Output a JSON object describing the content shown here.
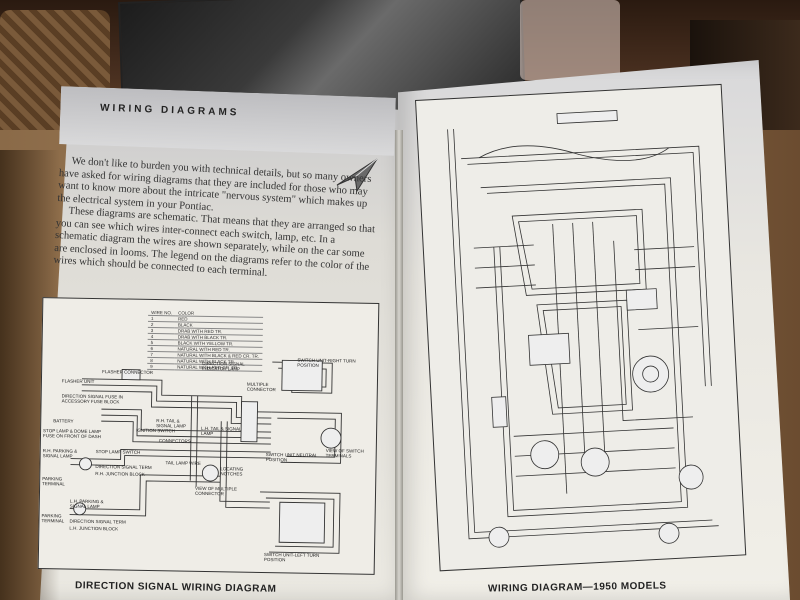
{
  "left_page": {
    "section_title": "WIRING DIAGRAMS",
    "intro_paragraphs": [
      "We don't like to burden you with technical details, but so many owners have asked for wiring diagrams that they are included for those who may want to know more about the intricate \"nervous system\" which makes up the electrical system in your Pontiac.",
      "These diagrams are schematic. That means that they are arranged so that you can see which wires inter-connect each switch, lamp, etc. In a schematic diagram the wires are shown separately, while on the car some are enclosed in looms. The legend on the diagrams refer to the color of the wires which should be connected to each terminal."
    ],
    "legend": {
      "header_wire": "WIRE NO.",
      "header_color": "COLOR",
      "rows": [
        {
          "no": "1",
          "color": "RED"
        },
        {
          "no": "2",
          "color": "BLACK"
        },
        {
          "no": "3",
          "color": "DRAB WITH RED TR."
        },
        {
          "no": "4",
          "color": "DRAB WITH BLACK TR."
        },
        {
          "no": "5",
          "color": "BLACK WITH YELLOW TR."
        },
        {
          "no": "6",
          "color": "NATURAL WITH RED TR."
        },
        {
          "no": "7",
          "color": "NATURAL WITH BLACK & RED CR. TR."
        },
        {
          "no": "8",
          "color": "NATURAL WITH BLACK TR."
        },
        {
          "no": "9",
          "color": "NATURAL WITH RED CR. TR."
        }
      ]
    },
    "diagram_labels": {
      "flasher_connector": "FLASHER CONNECTOR",
      "flasher_unit": "FLASHER UNIT",
      "direction_signal_fuse": "DIRECTION SIGNAL FUSE IN ACCESSORY FUSE BLOCK",
      "direction_signal_indicator": "DIRECTION SIGNAL INDICATOR LAMP",
      "multiple_connector": "MULTIPLE CONNECTOR",
      "switch_unit_right": "SWITCH UNIT-RIGHT TURN POSITION",
      "battery": "BATTERY",
      "stop_lamp": "STOP LAMP & DOME LAMP FUSE ON FRONT OF DASH",
      "stop_lamp_switch": "STOP LAMP SWITCH",
      "ignition_switch": "IGNITION SWITCH",
      "rh_parking": "R.H. PARKING & SIGNAL LAMP",
      "direction_signal_term": "DIRECTION SIGNAL TERM",
      "rh_junction": "R.H. JUNCTION BLOCK",
      "parking_terminal": "PARKING TERMINAL",
      "lh_tail": "L.H. TAIL & SIGNAL LAMP",
      "rh_tail": "R.H. TAIL & SIGNAL LAMP",
      "connectors": "CONNECTORS",
      "locating_notches": "LOCATING NOTCHES",
      "tail_lamp_wire": "TAIL LAMP WIRE",
      "switch_unit_neutral": "SWITCH UNIT NEUTRAL POSITION",
      "view_switch_terminals": "VIEW OF SWITCH TERMINALS",
      "view_multiple_connector": "VIEW OF MULTIPLE CONNECTOR",
      "lh_parking": "L.H. PARKING & SIGNAL LAMP",
      "direction_signal_term2": "DIRECTION SIGNAL TERM",
      "lh_junction": "L.H. JUNCTION BLOCK",
      "parking_terminal2": "PARKING TERMINAL",
      "switch_unit_left": "SWITCH UNIT-LEFT TURN POSITION"
    },
    "caption": "DIRECTION SIGNAL WIRING DIAGRAM"
  },
  "right_page": {
    "caption": "WIRING DIAGRAM—1950 MODELS"
  }
}
